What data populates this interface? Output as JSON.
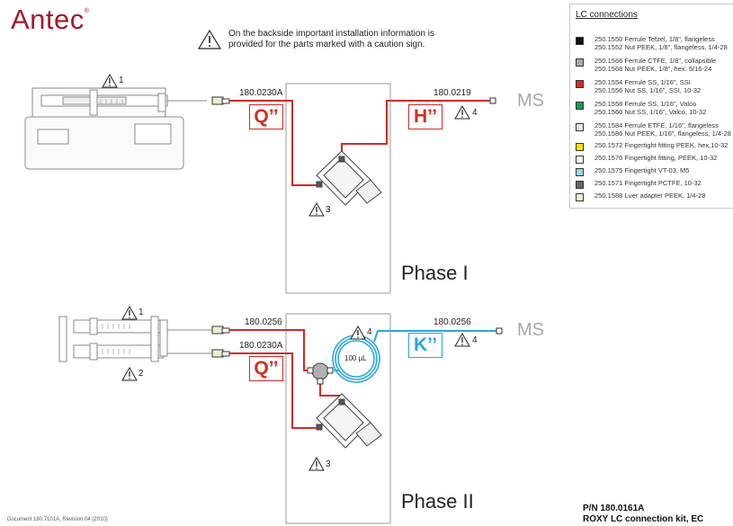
{
  "brand": {
    "name": "Antec",
    "mark": "®"
  },
  "notice": {
    "line1": "On the backside important installation information is",
    "line2": "provided for the parts marked with a caution sign."
  },
  "phase1": {
    "title": "Phase I",
    "inlet_tube_code": "180.0230A",
    "outlet_tube_code": "180.0219",
    "inlet_tag": "Q’’",
    "outlet_tag": "H’’",
    "destination": "MS",
    "syringe_caution": "1",
    "valve_caution": "3",
    "outlet_caution": "4"
  },
  "phase2": {
    "title": "Phase II",
    "upper_tube_code": "180.0256",
    "lower_tube_code": "180.0230A",
    "outlet_tube_code": "180.0256",
    "inlet_tag": "Q’’",
    "outlet_tag": "K’’",
    "loop_volume": "100 µL",
    "destination": "MS",
    "syringe_upper_caution": "1",
    "syringe_lower_caution": "2",
    "loop_caution": "4",
    "valve_caution": "3",
    "outlet_caution": "4"
  },
  "legend": {
    "title": "LC connections",
    "items": [
      {
        "text": "250.1550 Ferrule Tefzel, 1/8\", flangeless\n250.1552 Nut PEEK, 1/8\", flangeless, 1/4-28",
        "color": "#111111"
      },
      {
        "text": "250.1566 Ferrule CTFE, 1/8\", collapsible\n250.1568 Nut PEEK, 1/8\", hex. 5/16-24",
        "color": "#a7a9ac"
      },
      {
        "text": "250.1554 Ferrule SS, 1/16\", SSI\n250.1556 Nut SS, 1/16\", SSI, 10-32",
        "color": "#d42a23"
      },
      {
        "text": "250.1558 Ferrule SS, 1/16\", Valco\n250.1560 Nut SS, 1/16\", Valco, 10-32",
        "color": "#1a9a48"
      },
      {
        "text": "250.1584 Ferrule ETFE, 1/16\", flangeless\n250.1586 Nut PEEK, 1/16\", flangeless, 1/4-28",
        "color": "#e8e8e8"
      },
      {
        "text": "250.1572 Fingertight fitting PEEK, hex,10-32",
        "color": "#ffe100"
      },
      {
        "text": "250.1570 Fingertight fitting, PEEK, 10-32",
        "color": "#ffffff"
      },
      {
        "text": "250.1575 Fingertight VT-03, M5",
        "color": "#9fd3ee"
      },
      {
        "text": "250.1571 Fingertight PCTFE, 10-32",
        "color": "#6d625c"
      },
      {
        "text": "250.1588 Luer adapter PEEK, 1/4-28",
        "color": "#e9efd4"
      }
    ]
  },
  "footer": {
    "document": "Document 180.7101A, Revision 04 (2010)",
    "part_number": "P/N 180.0161A",
    "product": "ROXY LC connection kit, EC"
  },
  "colors": {
    "brand": "#a5192b",
    "tube_red": "#d42a23",
    "tube_blue": "#29a8df",
    "ms_gray": "#a8a8a8"
  }
}
